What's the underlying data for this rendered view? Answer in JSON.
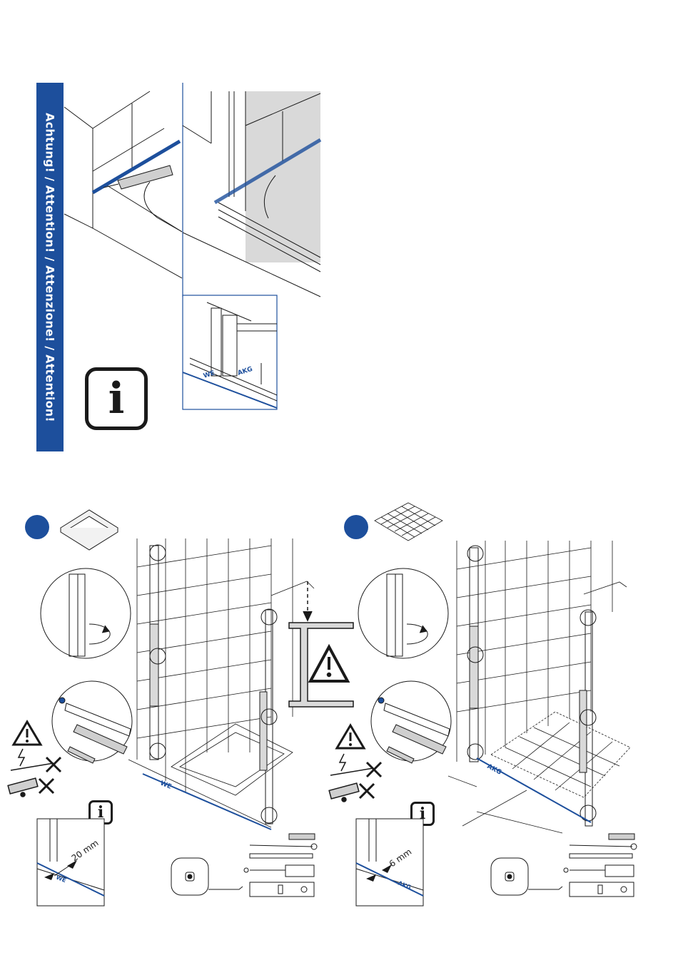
{
  "banner": {
    "text": "Achtung! / Attention! / Attenzione! / Attention!"
  },
  "info_icon": "i",
  "colors": {
    "brand_blue": "#1d4f9c",
    "line": "#1a1a1a",
    "gray": "#cfcfcf"
  },
  "detail_top": {
    "label_we": "WE",
    "label_akg": "AKG"
  },
  "panel_left": {
    "label_we": "WE",
    "info_icon": "i",
    "dimension": "20 mm",
    "dimension_label": "WE"
  },
  "panel_right": {
    "label_akg": "AKG",
    "info_icon": "i",
    "dimension": "6 mm",
    "dimension_label": "AKG"
  }
}
